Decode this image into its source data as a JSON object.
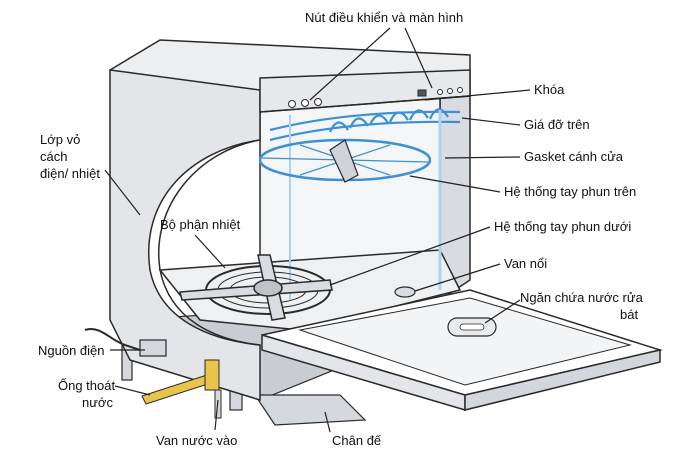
{
  "labels": {
    "controls": "Nút điều khiển và màn hình",
    "lock": "Khóa",
    "upper_rack": "Giá đỡ trên",
    "door_gasket": "Gasket cánh cửa",
    "upper_spray_arm": "Hệ thống tay phun trên",
    "lower_spray_arm": "Hệ thống tay phun dưới",
    "float_valve": "Van nổi",
    "detergent_line1": "Ngăn chứa nước rửa",
    "detergent_line2": "bát",
    "insulation_line1": "Lớp vỏ",
    "insulation_line2": "cách",
    "insulation_line3": "điện/ nhiệt",
    "heating_element": "Bộ phận nhiệt",
    "power_supply": "Nguồn điện",
    "drain_line1": "Ống thoát",
    "drain_line2": "nước",
    "inlet_valve": "Van nước vào",
    "base": "Chân đế"
  },
  "colors": {
    "outline": "#2a2a2a",
    "body": "#e9eaec",
    "body_shade": "#cfd2d6",
    "inner": "#f5f6f7",
    "blue": "#3d8fd6",
    "light_blue": "#a8d4f2",
    "yellow": "#e9c44a"
  }
}
